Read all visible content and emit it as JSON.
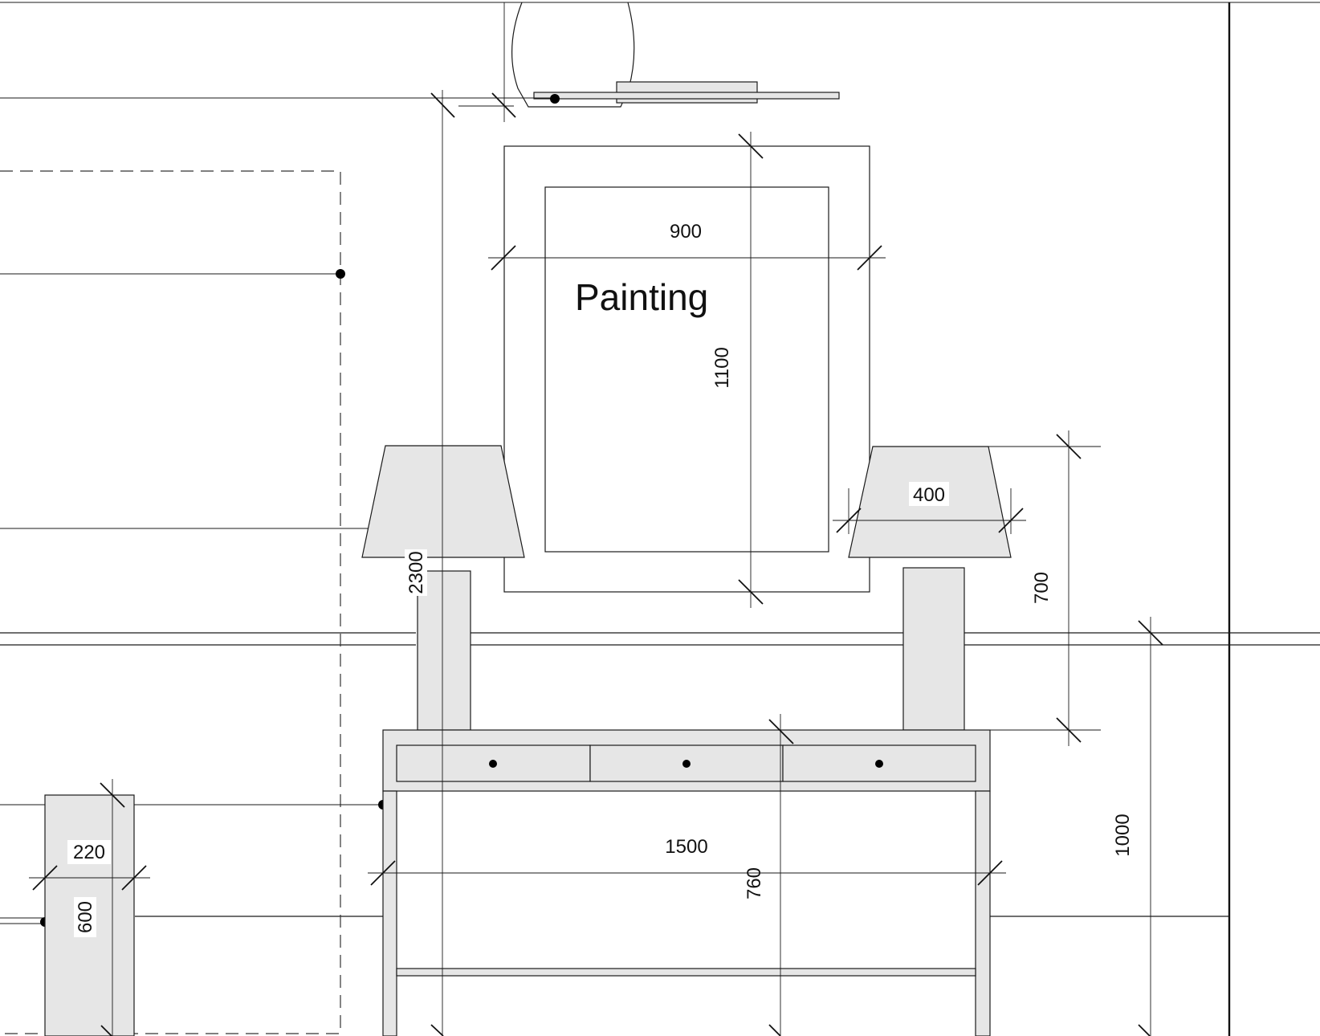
{
  "labels": {
    "painting": "Painting"
  },
  "dimensions": {
    "painting_width": "900",
    "painting_height": "1100",
    "overall_height": "2300",
    "lamp_width": "400",
    "lamp_height": "700",
    "console_width": "1500",
    "console_height": "760",
    "dado_height": "1000",
    "side_table_width": "220",
    "side_table_depth": "600"
  },
  "colors": {
    "line": "#1a1a1a",
    "fill": "#e6e6e6",
    "background": "#ffffff"
  }
}
